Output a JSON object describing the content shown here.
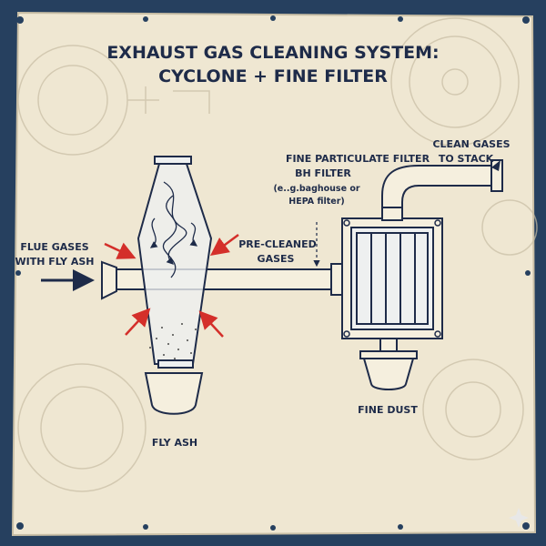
{
  "title": {
    "line1": "EXHAUST GAS CLEANING SYSTEM:",
    "line2": "CYCLONE + FINE FILTER"
  },
  "labels": {
    "fine_filter_line1": "FINE PARTICULATE FILTER",
    "fine_filter_line2": "BH FILTER",
    "fine_filter_note1": "(e..g.baghouse or",
    "fine_filter_note2": "HEPA filter)",
    "clean_gases_line1": "CLEAN GASES",
    "clean_gases_line2": "TO STACK",
    "flue_gases_line1": "FLUE GASES",
    "flue_gases_line2": "WITH FLY ASH",
    "pre_cleaned_line1": "PRE-CLEANED",
    "pre_cleaned_line2": "GASES",
    "fine_dust": "FINE DUST",
    "fly_ash": "FLY ASH"
  },
  "colors": {
    "paper": "#efe7d2",
    "ink": "#1e2b49",
    "red_arrow": "#d42f2a",
    "border": "#26405f"
  }
}
